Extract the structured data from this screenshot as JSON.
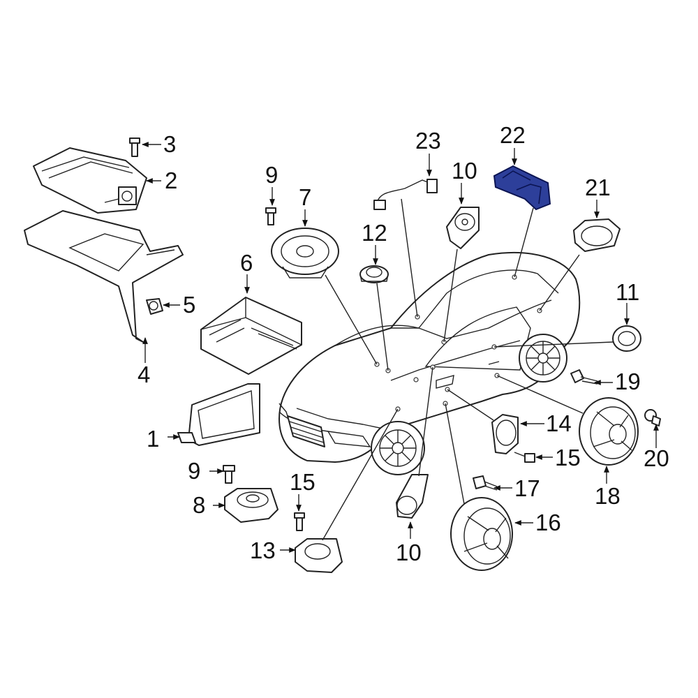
{
  "callouts": {
    "c1": "1",
    "c2": "2",
    "c3": "3",
    "c4": "4",
    "c5": "5",
    "c6": "6",
    "c7": "7",
    "c8": "8",
    "c9a": "9",
    "c9b": "9",
    "c10a": "10",
    "c10b": "10",
    "c11": "11",
    "c12": "12",
    "c13": "13",
    "c14": "14",
    "c15a": "15",
    "c15b": "15",
    "c16": "16",
    "c17": "17",
    "c18": "18",
    "c19": "19",
    "c20": "20",
    "c21": "21",
    "c22": "22",
    "c23": "23"
  },
  "highlighted_part": "22",
  "colors": {
    "highlight": "#2d3f9a",
    "line": "#222222",
    "background": "#ffffff"
  }
}
